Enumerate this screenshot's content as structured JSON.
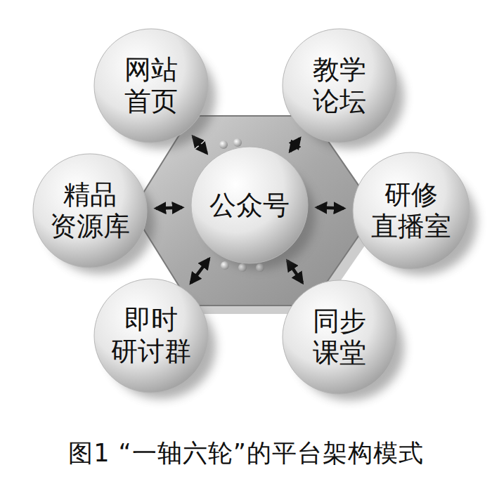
{
  "diagram": {
    "caption": "图1 “一轴六轮”的平台架构模式",
    "nodes": [
      {
        "text": [
          "网站 首页"
        ]
      },
      {
        "text": [
          "教学 论坛"
        ]
      },
      {
        "text": [
          "精品 资源库"
        ]
      },
      {
        "text": [
          "公众号"
        ]
      },
      {
        "text": [
          "研修 直播室"
        ]
      },
      {
        "text": [
          "即时 研讨群"
        ]
      },
      {
        "text": [
          "同步 课堂"
        ]
      }
    ],
    "edges": [
      {
        "from": 3,
        "to": 0,
        "arrow": "both"
      },
      {
        "from": 3,
        "to": 1,
        "arrow": "both"
      },
      {
        "from": 3,
        "to": 2,
        "arrow": "both"
      },
      {
        "from": 3,
        "to": 4,
        "arrow": "both"
      },
      {
        "from": 3,
        "to": 5,
        "arrow": "both"
      },
      {
        "from": 3,
        "to": 6,
        "arrow": "both"
      }
    ]
  }
}
